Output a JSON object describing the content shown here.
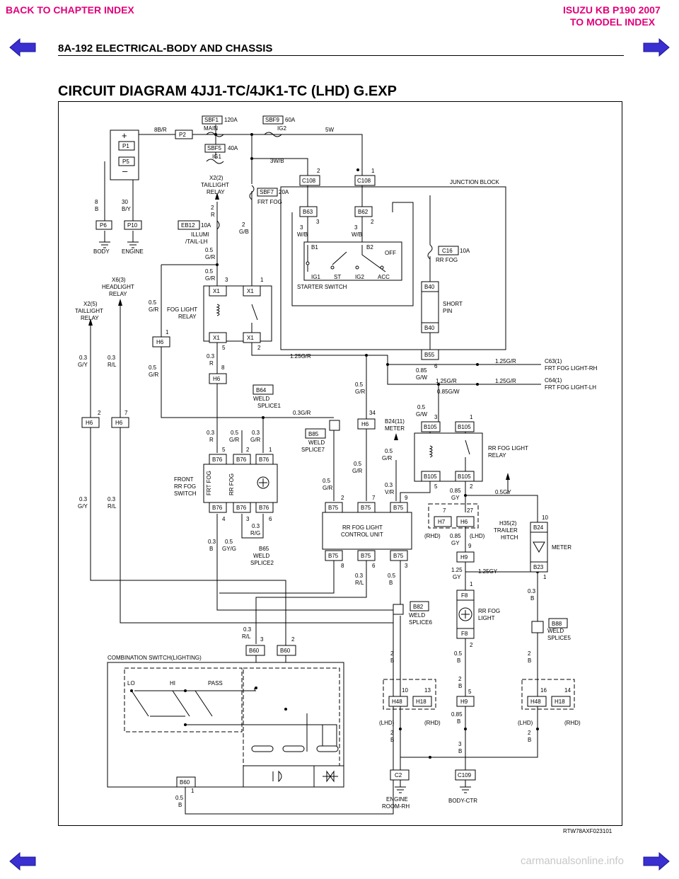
{
  "header": {
    "back_link": "BACK TO CHAPTER INDEX",
    "brand_link": "ISUZU KB P190 2007",
    "model_link": "TO MODEL INDEX",
    "section": "8A-192  ELECTRICAL-BODY AND CHASSIS",
    "title": "CIRCUIT DIAGRAM 4JJ1-TC/4JK1-TC (LHD) G.EXP"
  },
  "footer": {
    "code": "RTW78AXF023101",
    "watermark": "carmanualsonline.info"
  },
  "colors": {
    "link": "#e0007a",
    "arrow": "#3a2fd0",
    "line": "#000000"
  },
  "icons": {
    "prev": "arrow-left-icon",
    "next": "arrow-right-icon",
    "ground": "ground-icon",
    "lamp": "lamp-icon"
  },
  "labels": {
    "sbf1": "SBF1",
    "sbf1_amp": "120A",
    "main": "MAIN",
    "sbf9": "SBF9",
    "sbf9_amp": "60A",
    "ig2": "IG2",
    "sbf5": "SBF5",
    "sbf5_amp": "40A",
    "ig1": "IG1",
    "w_8br": "8B/R",
    "p2": "P2",
    "w_5w": "5W",
    "w_3wb": "3W/B",
    "p1": "P1",
    "p5": "P5",
    "plus": "+",
    "minus": "–",
    "w_8": "8",
    "w_b": "B",
    "w_30": "30",
    "w_by": "B/Y",
    "p6": "P6",
    "p10": "P10",
    "body": "BODY",
    "engine": "ENGINE",
    "x2_2": "X2(2)",
    "taillight": "TAILLIGHT",
    "relay": "RELAY",
    "w_2a": "2",
    "w_r": "R",
    "eb12": "EB12",
    "eb12_amp": "10A",
    "illumi": "ILLUMI",
    "tail_lh": "/TAIL-LH",
    "w_05": "0.5",
    "w_gr": "G/R",
    "sbf7": "SBF7",
    "sbf7_amp": "20A",
    "frt_fog": "FRT FOG",
    "w_2b": "2",
    "w_gb": "G/B",
    "c108": "C108",
    "c108_2": "2",
    "c108_1": "1",
    "junction_block": "JUNCTION BLOCK",
    "b63": "B63",
    "b62": "B62",
    "b63_3": "3",
    "b62_2": "2",
    "w_3": "3",
    "w_wb": "W/B",
    "b1": "B1",
    "b2": "B2",
    "off": "OFF",
    "ig1_sw": "IG1",
    "st": "ST",
    "ig2_sw": "IG2",
    "acc": "ACC",
    "starter_switch": "STARTER SWITCH",
    "c16": "C16",
    "c16_amp": "10A",
    "rr_fog": "RR FOG",
    "b40": "B40",
    "short": "SHORT",
    "pin": "PIN",
    "b55": "B55",
    "x6_3": "X6(3)",
    "headlight": "HEADLIGHT",
    "x2_5": "X2(5)",
    "x1": "X1",
    "fog_light": "FOG LIGHT",
    "n3": "3",
    "n1": "1",
    "n5": "5",
    "n2": "2",
    "h6": "H6",
    "n8": "8",
    "w_03": "0.3",
    "w_gy": "G/Y",
    "w_rl": "R/L",
    "w_125gr": "1.25G/R",
    "n6": "6",
    "w_085": "0.85",
    "w_gw": "G/W",
    "c63": "C63(1)",
    "frt_fog_rh": "FRT FOG LIGHT-RH",
    "c64": "C64(1)",
    "frt_fog_lh": "FRT FOG LIGHT-LH",
    "w_085gw": "0.85G/W",
    "b64": "B64",
    "weld": "WELD",
    "splice1": "SPLICE1",
    "w_03gr": "0.3G/R",
    "b85": "B85",
    "splice7": "SPLICE7",
    "n34": "34",
    "b24_11": "B24(11)",
    "meter": "METER",
    "b105": "B105",
    "rr_fog_light": "RR FOG LIGHT",
    "n7": "7",
    "b76": "B76",
    "front": "FRONT",
    "rr_fog_sw": "RR FOG",
    "switch": "SWITCH",
    "frt_fog_v": "FRT FOG",
    "rr_fog_v": "RR FOG",
    "n4": "4",
    "w_rg": "R/G",
    "w_gyg": "GY/G",
    "b65": "B65",
    "splice2": "SPLICE2",
    "b75": "B75",
    "control_unit": "CONTROL UNIT",
    "n9": "9",
    "w_vr": "V/R",
    "w_085gy": "0.85",
    "w_gy2": "GY",
    "w_05gy": "0.5GY",
    "h7": "H7",
    "n27": "27",
    "rhd": "(RHD)",
    "lhd": "(LHD)",
    "h35": "H35(2)",
    "trailer": "TRAILER",
    "hitch": "HITCH",
    "n10": "10",
    "b24": "B24",
    "b23": "B23",
    "h9": "H9",
    "w_125": "1.25",
    "w_125gy": "1.25GY",
    "f8": "F8",
    "light": "LIGHT",
    "b82": "B82",
    "splice6": "SPLICE6",
    "b88": "B88",
    "splice5": "SPLICE5",
    "b60": "B60",
    "combination_switch": "COMBINATION SWITCH(LIGHTING)",
    "lo": "LO",
    "hi": "HI",
    "pass": "PASS",
    "h48": "H48",
    "h18": "H18",
    "n13": "13",
    "n16": "16",
    "n14": "14",
    "c2": "C2",
    "c109": "C109",
    "engine_room_rh": "ENGINE",
    "room_rh": "ROOM-RH",
    "body_ctr": "BODY-CTR"
  }
}
